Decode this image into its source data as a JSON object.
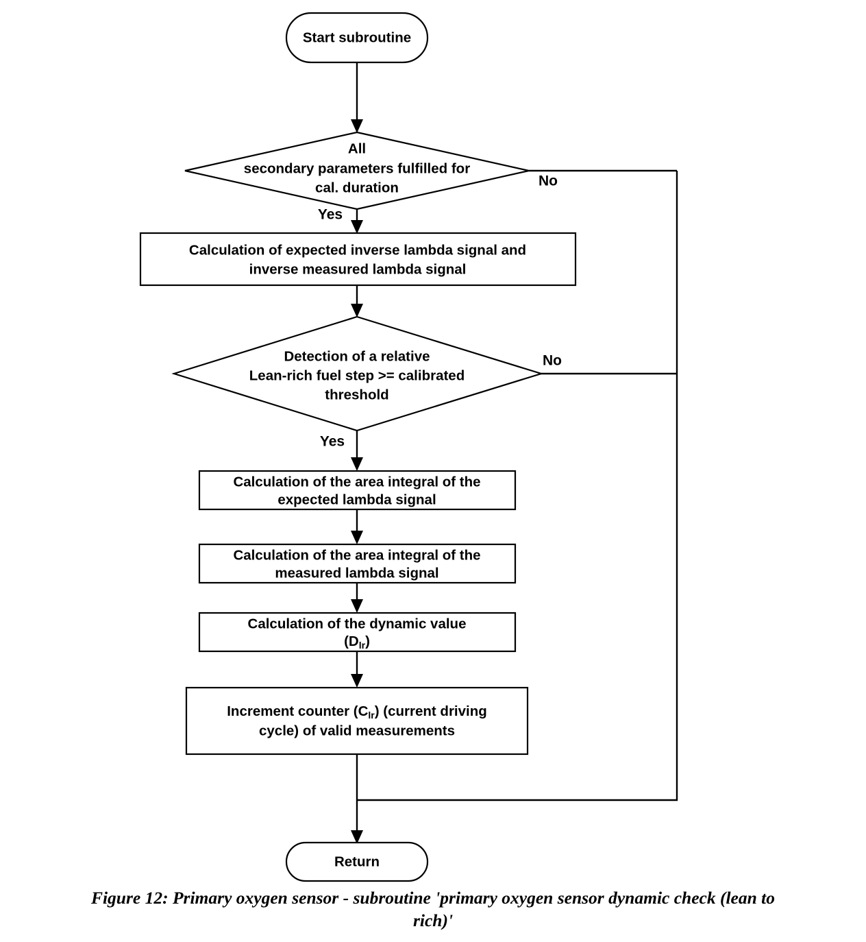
{
  "figure": {
    "caption": "Figure 12: Primary oxygen sensor - subroutine 'primary oxygen sensor dynamic check (lean to rich)'",
    "caption_line_1": "Figure 12: Primary oxygen sensor - subroutine 'primary oxygen sensor dynamic check (lean to",
    "caption_line_2": "rich)'"
  },
  "flowchart": {
    "type": "flowchart",
    "orientation": "top-to-bottom",
    "background_color": "#ffffff",
    "line_color": "#000000",
    "text_color": "#000000",
    "nodes": {
      "start": {
        "shape": "terminator",
        "label": "Start subroutine"
      },
      "decision_secondary_params": {
        "shape": "decision",
        "line_1": "All",
        "line_2": "secondary parameters fulfilled for",
        "line_3": "cal. duration",
        "yes_label": "Yes",
        "no_label": "No"
      },
      "process_inverse_lambda": {
        "shape": "process",
        "line_1": "Calculation of expected inverse lambda signal and",
        "line_2": "inverse measured lambda signal"
      },
      "decision_fuel_step": {
        "shape": "decision",
        "line_1": "Detection of a relative",
        "line_2": "Lean-rich fuel step >= calibrated",
        "line_3": "threshold",
        "yes_label": "Yes",
        "no_label": "No"
      },
      "process_expected_integral": {
        "shape": "process",
        "line_1": "Calculation of the area integral of the",
        "line_2": "expected lambda signal"
      },
      "process_measured_integral": {
        "shape": "process",
        "line_1": "Calculation of the area integral of the",
        "line_2": "measured lambda signal"
      },
      "process_dynamic_value": {
        "shape": "process",
        "line_1": "Calculation of the dynamic value",
        "line_2_prefix": "(D",
        "line_2_subscript": "lr",
        "line_2_suffix": ")"
      },
      "process_increment_counter": {
        "shape": "process",
        "line_1_prefix": "Increment counter (C",
        "line_1_subscript": "lr",
        "line_1_suffix": ") (current driving",
        "line_2": "cycle) of valid measurements"
      },
      "return": {
        "shape": "terminator",
        "label": "Return"
      }
    }
  }
}
